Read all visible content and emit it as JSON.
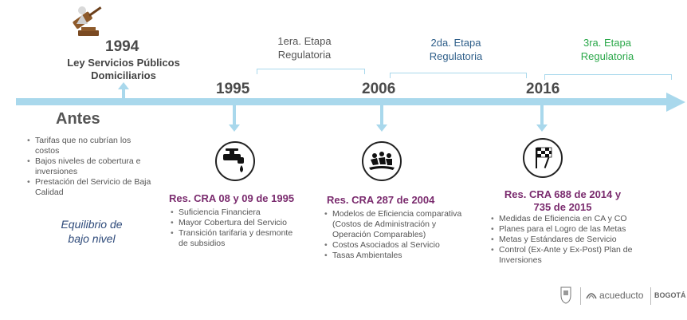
{
  "milestone_1994": {
    "year": "1994",
    "law_line1": "Ley Servicios Públicos",
    "law_line2": "Domiciliarios"
  },
  "years": [
    "1995",
    "2006",
    "2016"
  ],
  "stages": [
    {
      "line1": "1era. Etapa",
      "line2": "Regulatoria",
      "color": "#555555"
    },
    {
      "line1": "2da. Etapa",
      "line2": "Regulatoria",
      "color": "#2f5f8a"
    },
    {
      "line1": "3ra. Etapa",
      "line2": "Regulatoria",
      "color": "#2ba84a"
    }
  ],
  "antes": {
    "title": "Antes",
    "items": [
      "Tarifas que no cubrían los costos",
      "Bajos niveles de cobertura e inversiones",
      "Prestación del Servicio de Baja Calidad"
    ],
    "summary_line1": "Equilibrio de",
    "summary_line2": "bajo nivel"
  },
  "resolutions": [
    {
      "title": "Res. CRA 08 y 09 de 1995",
      "icon": "faucet-icon",
      "items": [
        "Suficiencia Financiera",
        "Mayor Cobertura del Servicio",
        "Transición tarifaria y desmonte de subsidios"
      ]
    },
    {
      "title": "Res. CRA 287 de 2004",
      "icon": "race-icon",
      "items": [
        "Modelos de Eficiencia comparativa (Costos de Administración y Operación Comparables)",
        "Costos Asociados al Servicio",
        "Tasas Ambientales"
      ]
    },
    {
      "title_line1": "Res. CRA 688 de 2014 y",
      "title_line2": "735 de 2015",
      "icon": "checkered-flag-icon",
      "items": [
        "Medidas de Eficiencia en CA y CO",
        "Planes para el Logro de las Metas",
        "Metas y Estándares de Servicio",
        "Control (Ex-Ante y Ex-Post) Plan de Inversiones"
      ]
    }
  ],
  "footer": {
    "brand": "acueducto",
    "city": "BOGOTÁ"
  },
  "colors": {
    "timeline": "#a9d8ec",
    "resolution_title": "#7a2b6e",
    "summary": "#2e4a7a"
  }
}
